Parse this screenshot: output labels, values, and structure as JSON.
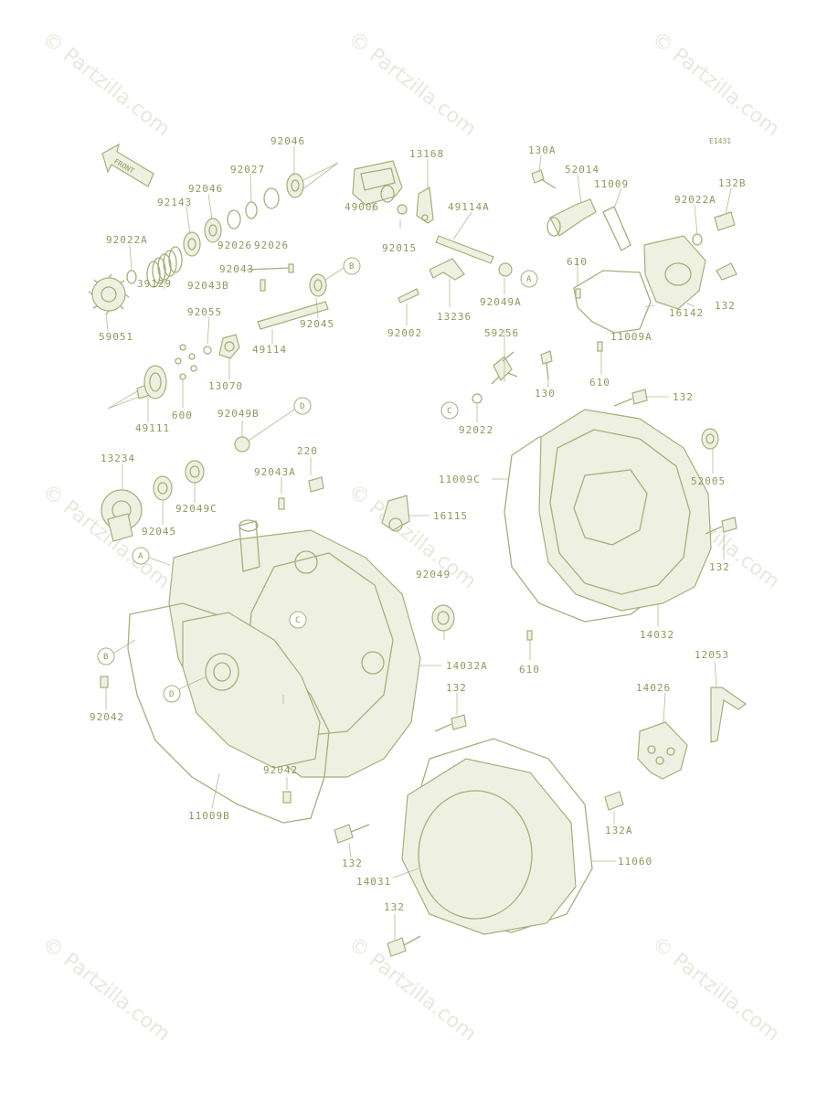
{
  "diagram_code": "E1431",
  "watermark": "© Partzilla.com",
  "front_arrow": "FRONT",
  "part_labels": [
    "92046",
    "13168",
    "130A",
    "52014",
    "11009",
    "92022A",
    "132B",
    "92027",
    "92046",
    "92143",
    "49006",
    "92015",
    "49114A",
    "92022A",
    "92043",
    "92043B",
    "39129",
    "59051",
    "92055",
    "49114",
    "92045",
    "13236",
    "92002",
    "92049A",
    "610",
    "132",
    "16142",
    "11009A",
    "59256",
    "130",
    "49111",
    "600",
    "13070",
    "92049B",
    "92022",
    "610",
    "132",
    "13234",
    "220",
    "92043A",
    "92045",
    "92049C",
    "16115",
    "11009C",
    "52005",
    "132",
    "14032",
    "610",
    "92049",
    "14032A",
    "92042",
    "132",
    "14026",
    "12053",
    "92042",
    "11009B",
    "132",
    "132A",
    "14031",
    "11060",
    "132",
    "92026",
    "92026"
  ],
  "callouts": [
    "A",
    "B",
    "C",
    "D",
    "A",
    "B",
    "C",
    "D"
  ]
}
